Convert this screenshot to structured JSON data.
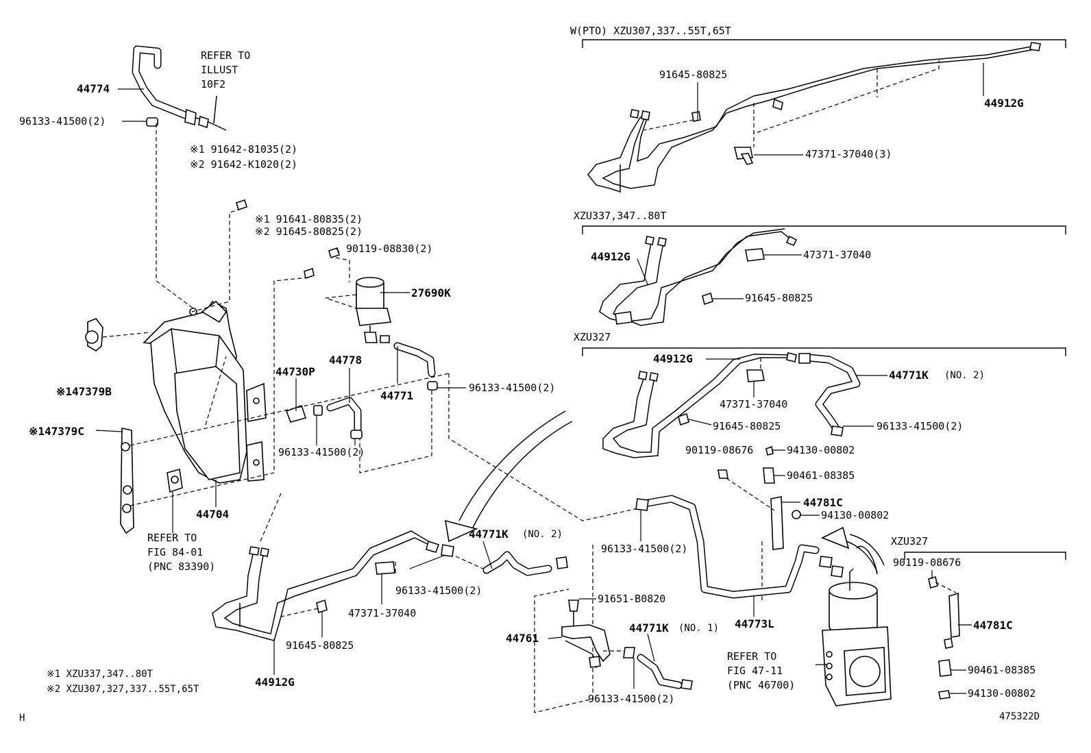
{
  "sections": {
    "w_pto": "W(PTO)  XZU307,337..55T,65T",
    "xzu337": "XZU337,347..80T",
    "xzu327_a": "XZU327",
    "xzu327_b": "XZU327"
  },
  "callouts": {
    "c44774": "44774",
    "c96133_a": "96133-41500(2)",
    "ref_illust_1": "REFER TO",
    "ref_illust_2": "ILLUST",
    "ref_illust_3": "10F2",
    "c91642_1": "※1 91642-81035(2)",
    "c91642_2": "※2 91642-K1020(2)",
    "c91641_1": "※1 91641-80835(2)",
    "c91645_2": "※2 91645-80825(2)",
    "c90119_08830": "90119-08830(2)",
    "c27690k": "27690K",
    "c47379b": "※147379B",
    "c44730p": "44730P",
    "c44778": "44778",
    "c44771": "44771",
    "c96133_b": "96133-41500(2)",
    "c47379c": "※147379C",
    "c96133_c": "96133-41500(2)",
    "c44704": "44704",
    "ref84_1": "REFER TO",
    "ref84_2": "FIG 84-01",
    "ref84_3": "(PNC 83390)",
    "c91645_w": "91645-80825",
    "c44912g_w": "44912G",
    "c47371_w": "47371-37040(3)",
    "c44912g_80": "44912G",
    "c47371_80": "47371-37040",
    "c91645_80": "91645-80825",
    "c44912g_327": "44912G",
    "c44771k_327": "44771K",
    "c44771k_327_no": "(NO. 2)",
    "c47371_327": "47371-37040",
    "c91645_327": "91645-80825",
    "c96133_327": "96133-41500(2)",
    "c90119_08676_a": "90119-08676",
    "c94130_a": "94130-00802",
    "c90461_a": "90461-08385",
    "c44781c_a": "44781C",
    "c94130_b": "94130-00802",
    "c96133_d": "96133-41500(2)",
    "c44773l": "44773L",
    "c44771k_mid": "44771K",
    "c44771k_mid_no": "(NO. 2)",
    "c96133_e": "96133-41500(2)",
    "c47371_mid": "47371-37040",
    "c91645_mid": "91645-80825",
    "c44912g_mid": "44912G",
    "c91651": "91651-B0820",
    "c44761": "44761",
    "c44771k_no1": "44771K",
    "c44771k_no1_no": "(NO. 1)",
    "c96133_f": "96133-41500(2)",
    "ref47_1": "REFER TO",
    "ref47_2": "FIG 47-11",
    "ref47_3": "(PNC 46700)",
    "c90119_08676_b": "90119-08676",
    "c44781c_b": "44781C",
    "c90461_b": "90461-08385",
    "c94130_c": "94130-00802"
  },
  "notes": {
    "note1": "※1  XZU337,347..80T",
    "note2": "※2  XZU307,327,337..55T,65T"
  },
  "footer": {
    "left_mark": "H",
    "figure_id": "475322D"
  }
}
